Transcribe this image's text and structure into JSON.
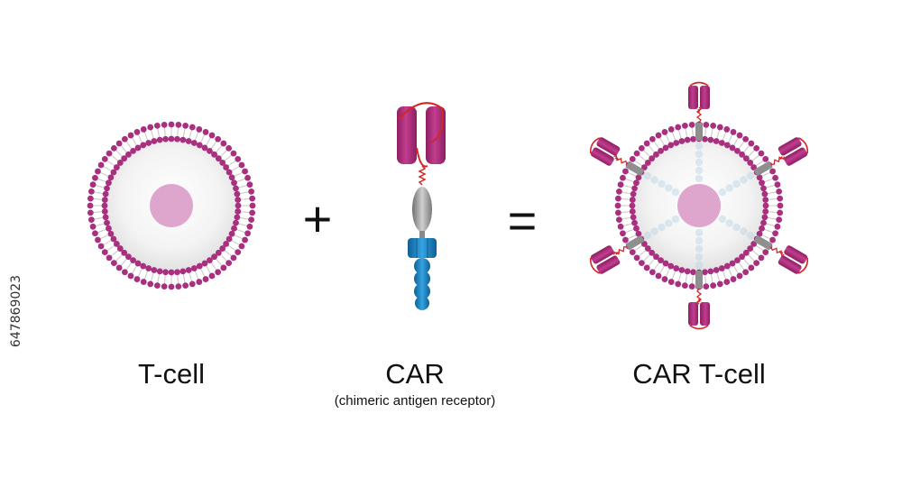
{
  "labels": {
    "tcell": "T-cell",
    "car": "CAR",
    "car_sub": "(chimeric antigen receptor)",
    "cart": "CAR T-cell",
    "plus": "+",
    "equals": "="
  },
  "side_id": "647869023",
  "colors": {
    "membrane": "#a8307f",
    "tail": "#c9c9c9",
    "nucleus": "#dfa6cd",
    "receptor": "#b02a7a",
    "linker": "#d42626",
    "hinge": "#9a9a9a",
    "signal": "#1b86c7",
    "cytoplasm_center": "#ffffff",
    "cytoplasm_edge": "#e7e7e7"
  }
}
